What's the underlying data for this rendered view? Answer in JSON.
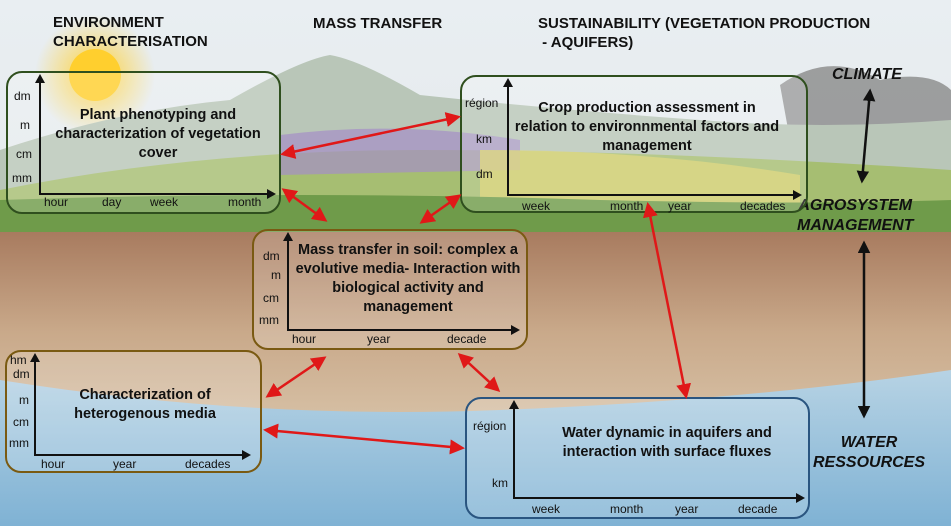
{
  "headers": {
    "env": "ENVIRONMENT\nCHARACTERISATION",
    "mass": "MASS TRANSFER",
    "sust": "SUSTAINABILITY (VEGETATION PRODUCTION\n - AQUIFERS)"
  },
  "side": {
    "climate": "CLIMATE",
    "agro": "AGROSYSTEM\nMANAGEMENT",
    "water": "WATER\nRESSOURCES"
  },
  "boxes": {
    "plant": {
      "title": "Plant phenotyping and characterization of vegetation cover",
      "y_ticks": [
        "dm",
        "m",
        "cm",
        "mm"
      ],
      "x_ticks": [
        "hour",
        "day",
        "week",
        "month"
      ]
    },
    "crop": {
      "title": "Crop production assessment in relation to environnmental factors and management",
      "y_ticks": [
        "région",
        "km",
        "dm"
      ],
      "x_ticks": [
        "week",
        "month",
        "year",
        "decades"
      ]
    },
    "mass": {
      "title": "Mass transfer in soil: complex a evolutive media- Interaction with biological activity and management",
      "y_ticks": [
        "dm",
        "m",
        "cm",
        "mm"
      ],
      "x_ticks": [
        "hour",
        "year",
        "decade"
      ]
    },
    "hetero": {
      "title": "Characterization of heterogenous media",
      "y_ticks": [
        "hm",
        "dm",
        "m",
        "cm",
        "mm"
      ],
      "x_ticks": [
        "hour",
        "year",
        "decades"
      ]
    },
    "water": {
      "title": "Water dynamic in aquifers and interaction with surface fluxes",
      "y_ticks": [
        "région",
        "km"
      ],
      "x_ticks": [
        "week",
        "month",
        "year",
        "decade"
      ]
    }
  },
  "colors": {
    "link_arrow": "#e01818",
    "vegetation_border": "#2f4f1e",
    "soil_border": "#7a5a12",
    "water_border": "#2a5580"
  }
}
